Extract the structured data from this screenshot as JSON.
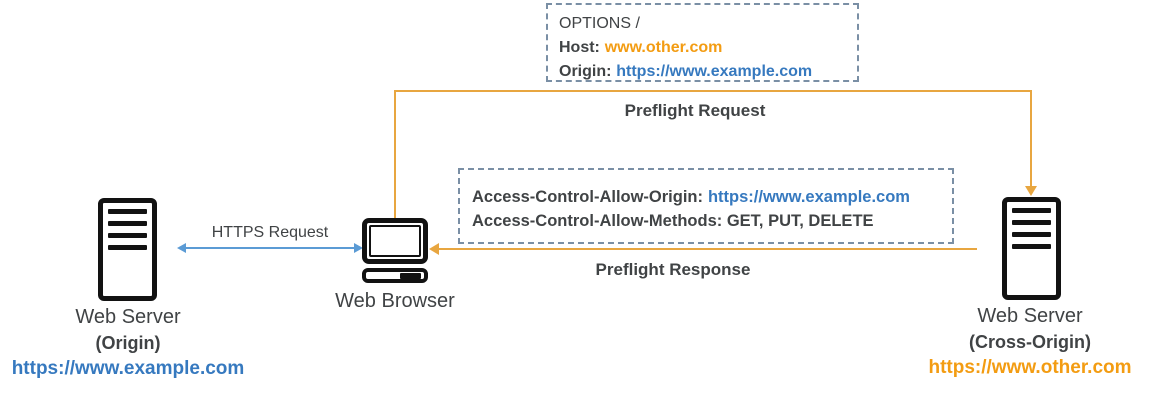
{
  "colors": {
    "orange": "#F39C12",
    "blue": "#3679BF",
    "dark": "#404345",
    "arrowOrange": "#E8A640",
    "arrowBlue": "#5B9BD5",
    "dashed": "#7A8FA5"
  },
  "preflight_request_box": {
    "method_line": "OPTIONS /",
    "host_label": "Host:",
    "host_value": "www.other.com",
    "origin_label": "Origin:",
    "origin_value": "https://www.example.com"
  },
  "preflight_response_box": {
    "acao_label": "Access-Control-Allow-Origin:",
    "acao_value": "https://www.example.com",
    "acam_line": "Access-Control-Allow-Methods: GET, PUT, DELETE"
  },
  "arrows": {
    "preflight_request_label": "Preflight Request",
    "preflight_response_label": "Preflight Response",
    "https_request_label": "HTTPS Request"
  },
  "nodes": {
    "origin_server": {
      "title": "Web Server",
      "subtitle": "(Origin)",
      "url": "https://www.example.com"
    },
    "browser": {
      "title": "Web Browser"
    },
    "cross_origin_server": {
      "title": "Web Server",
      "subtitle": "(Cross-Origin)",
      "url": "https://www.other.com"
    }
  }
}
